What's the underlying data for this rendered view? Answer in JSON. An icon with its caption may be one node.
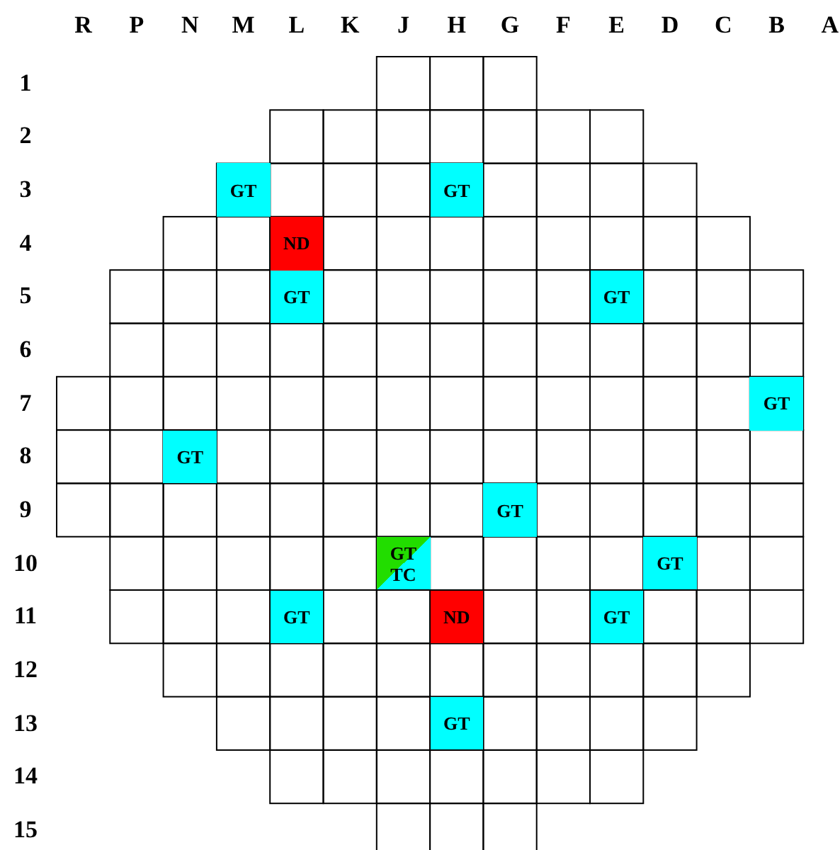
{
  "diagram": {
    "labels": [
      "R",
      "P",
      "N",
      "M",
      "L",
      "K",
      "J",
      "H",
      "G",
      "F",
      "E",
      "D",
      "C",
      "B",
      "A",
      "1",
      "2",
      "3",
      "GT",
      "GT",
      "4",
      "ND",
      "5",
      "GT",
      "GT",
      "6",
      "7",
      "GT",
      "8",
      "GT",
      "9",
      "GT",
      "10",
      "GT",
      "TC",
      "GT",
      "11",
      "GT",
      "ND",
      "GT",
      "12",
      "13",
      "GT",
      "14",
      "15"
    ]
  }
}
